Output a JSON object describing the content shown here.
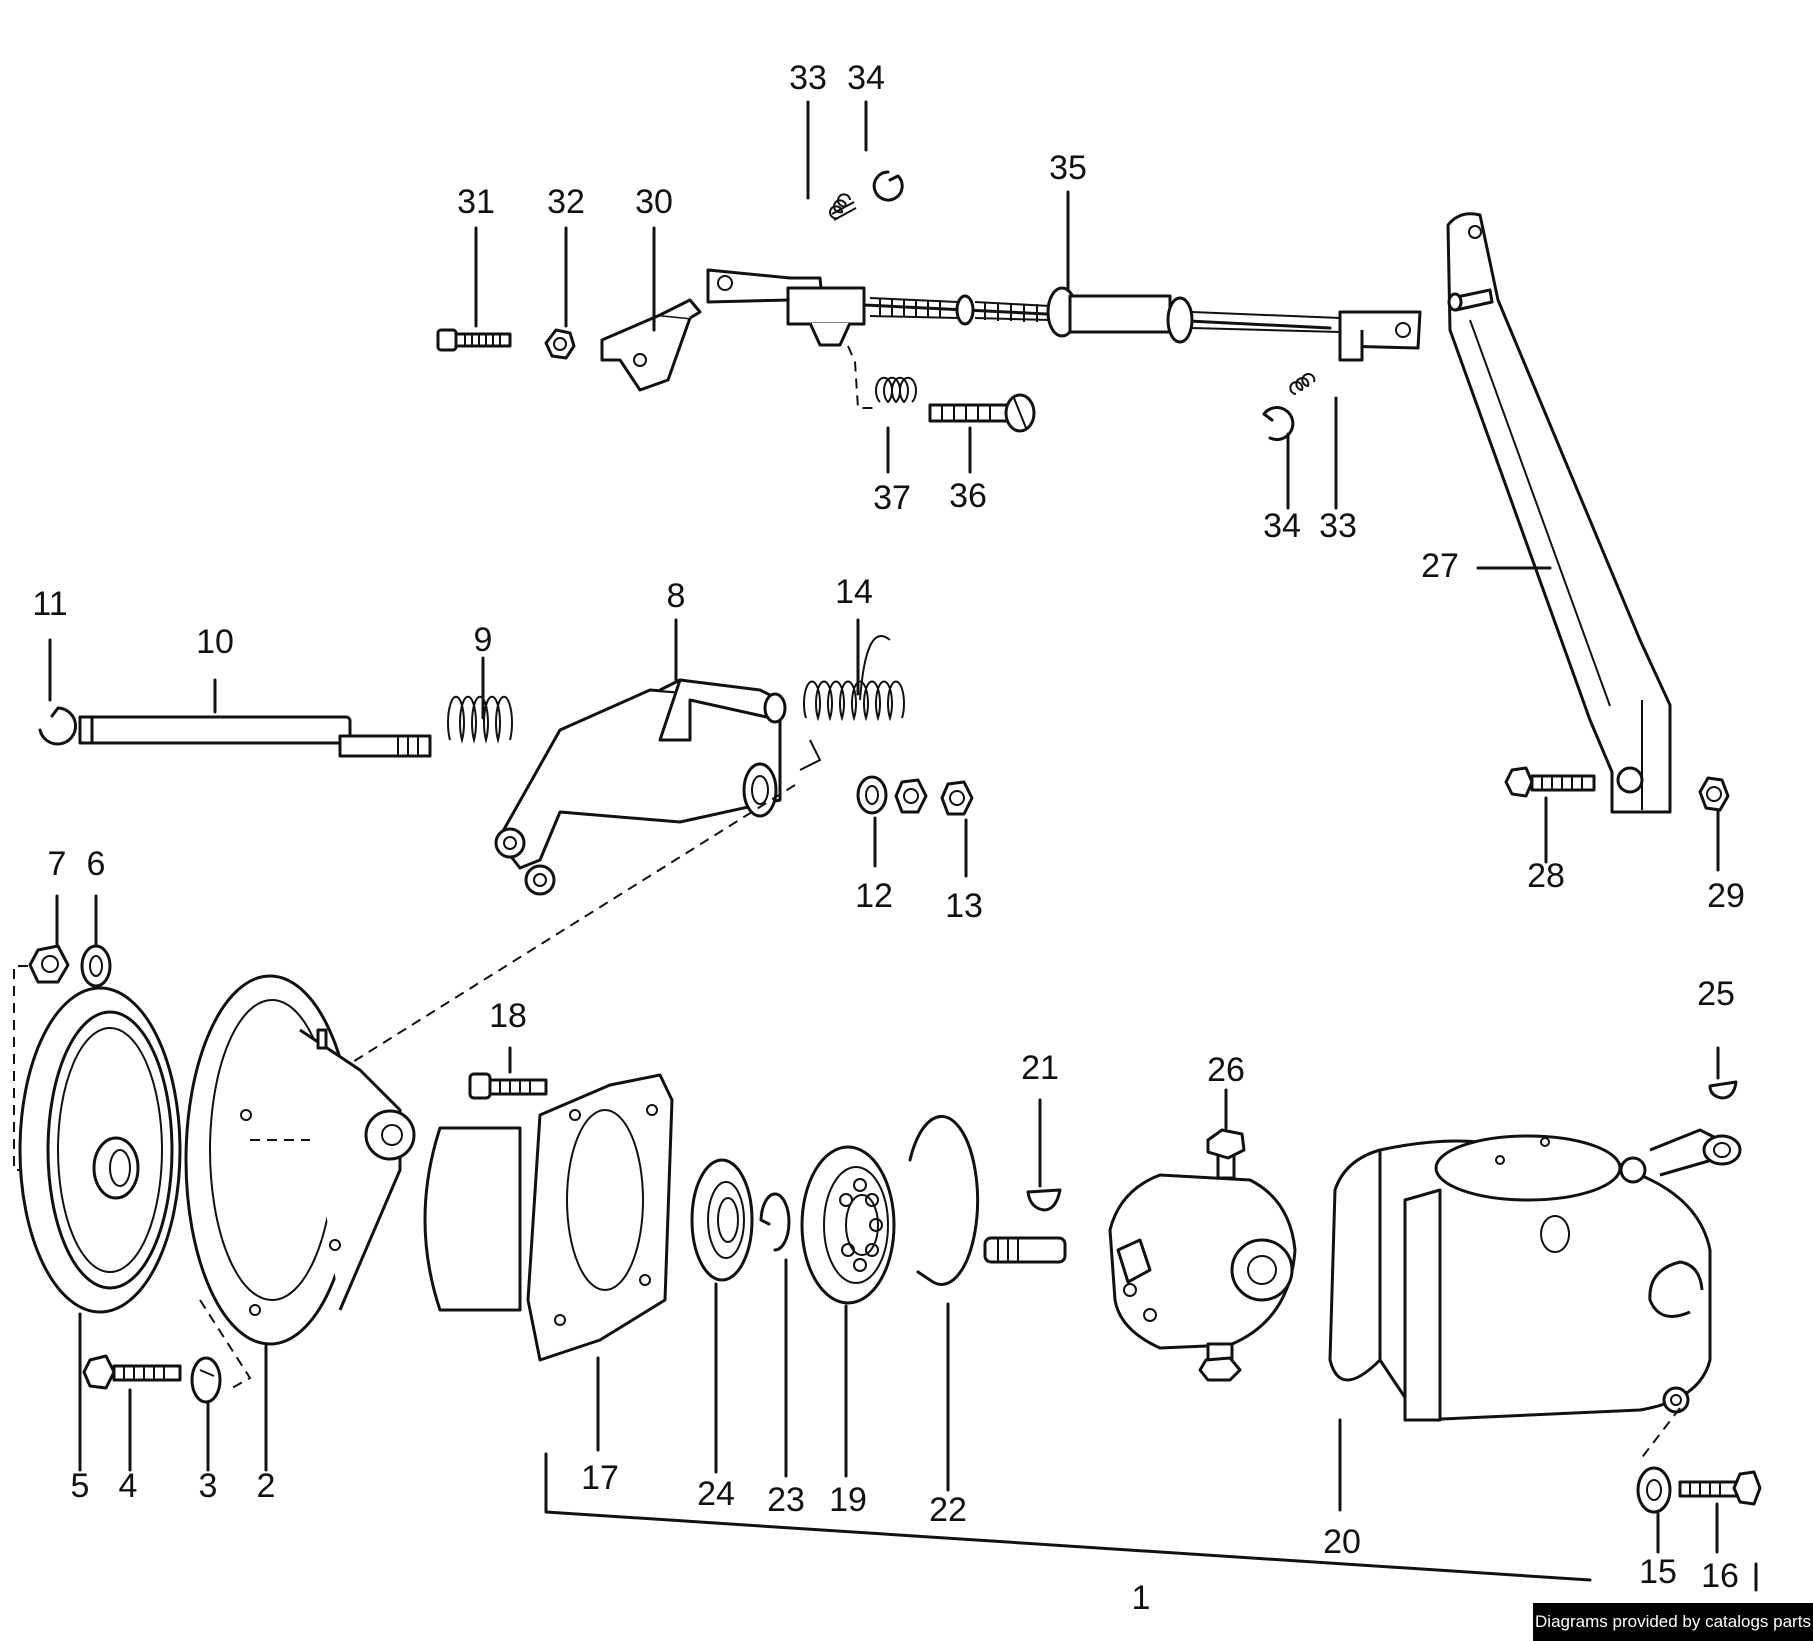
{
  "diagram": {
    "watermark": "Diagrams provided by catalogs parts",
    "callouts": [
      {
        "id": "c1",
        "text": "1"
      },
      {
        "id": "c2",
        "text": "2"
      },
      {
        "id": "c3",
        "text": "3"
      },
      {
        "id": "c4",
        "text": "4"
      },
      {
        "id": "c5",
        "text": "5"
      },
      {
        "id": "c6",
        "text": "6"
      },
      {
        "id": "c7",
        "text": "7"
      },
      {
        "id": "c8",
        "text": "8"
      },
      {
        "id": "c9",
        "text": "9"
      },
      {
        "id": "c10",
        "text": "10"
      },
      {
        "id": "c11",
        "text": "11"
      },
      {
        "id": "c12",
        "text": "12"
      },
      {
        "id": "c13",
        "text": "13"
      },
      {
        "id": "c14",
        "text": "14"
      },
      {
        "id": "c15",
        "text": "15"
      },
      {
        "id": "c16",
        "text": "16"
      },
      {
        "id": "c17",
        "text": "17"
      },
      {
        "id": "c18",
        "text": "18"
      },
      {
        "id": "c19",
        "text": "19"
      },
      {
        "id": "c20",
        "text": "20"
      },
      {
        "id": "c21",
        "text": "21"
      },
      {
        "id": "c22",
        "text": "22"
      },
      {
        "id": "c23",
        "text": "23"
      },
      {
        "id": "c24",
        "text": "24"
      },
      {
        "id": "c25",
        "text": "25"
      },
      {
        "id": "c26",
        "text": "26"
      },
      {
        "id": "c27",
        "text": "27"
      },
      {
        "id": "c28",
        "text": "28"
      },
      {
        "id": "c29",
        "text": "29"
      },
      {
        "id": "c30",
        "text": "30"
      },
      {
        "id": "c31",
        "text": "31"
      },
      {
        "id": "c32",
        "text": "32"
      },
      {
        "id": "c33a",
        "text": "33"
      },
      {
        "id": "c34a",
        "text": "34"
      },
      {
        "id": "c35",
        "text": "35"
      },
      {
        "id": "c36",
        "text": "36"
      },
      {
        "id": "c37",
        "text": "37"
      },
      {
        "id": "c34b",
        "text": "34"
      },
      {
        "id": "c33b",
        "text": "33"
      }
    ]
  }
}
